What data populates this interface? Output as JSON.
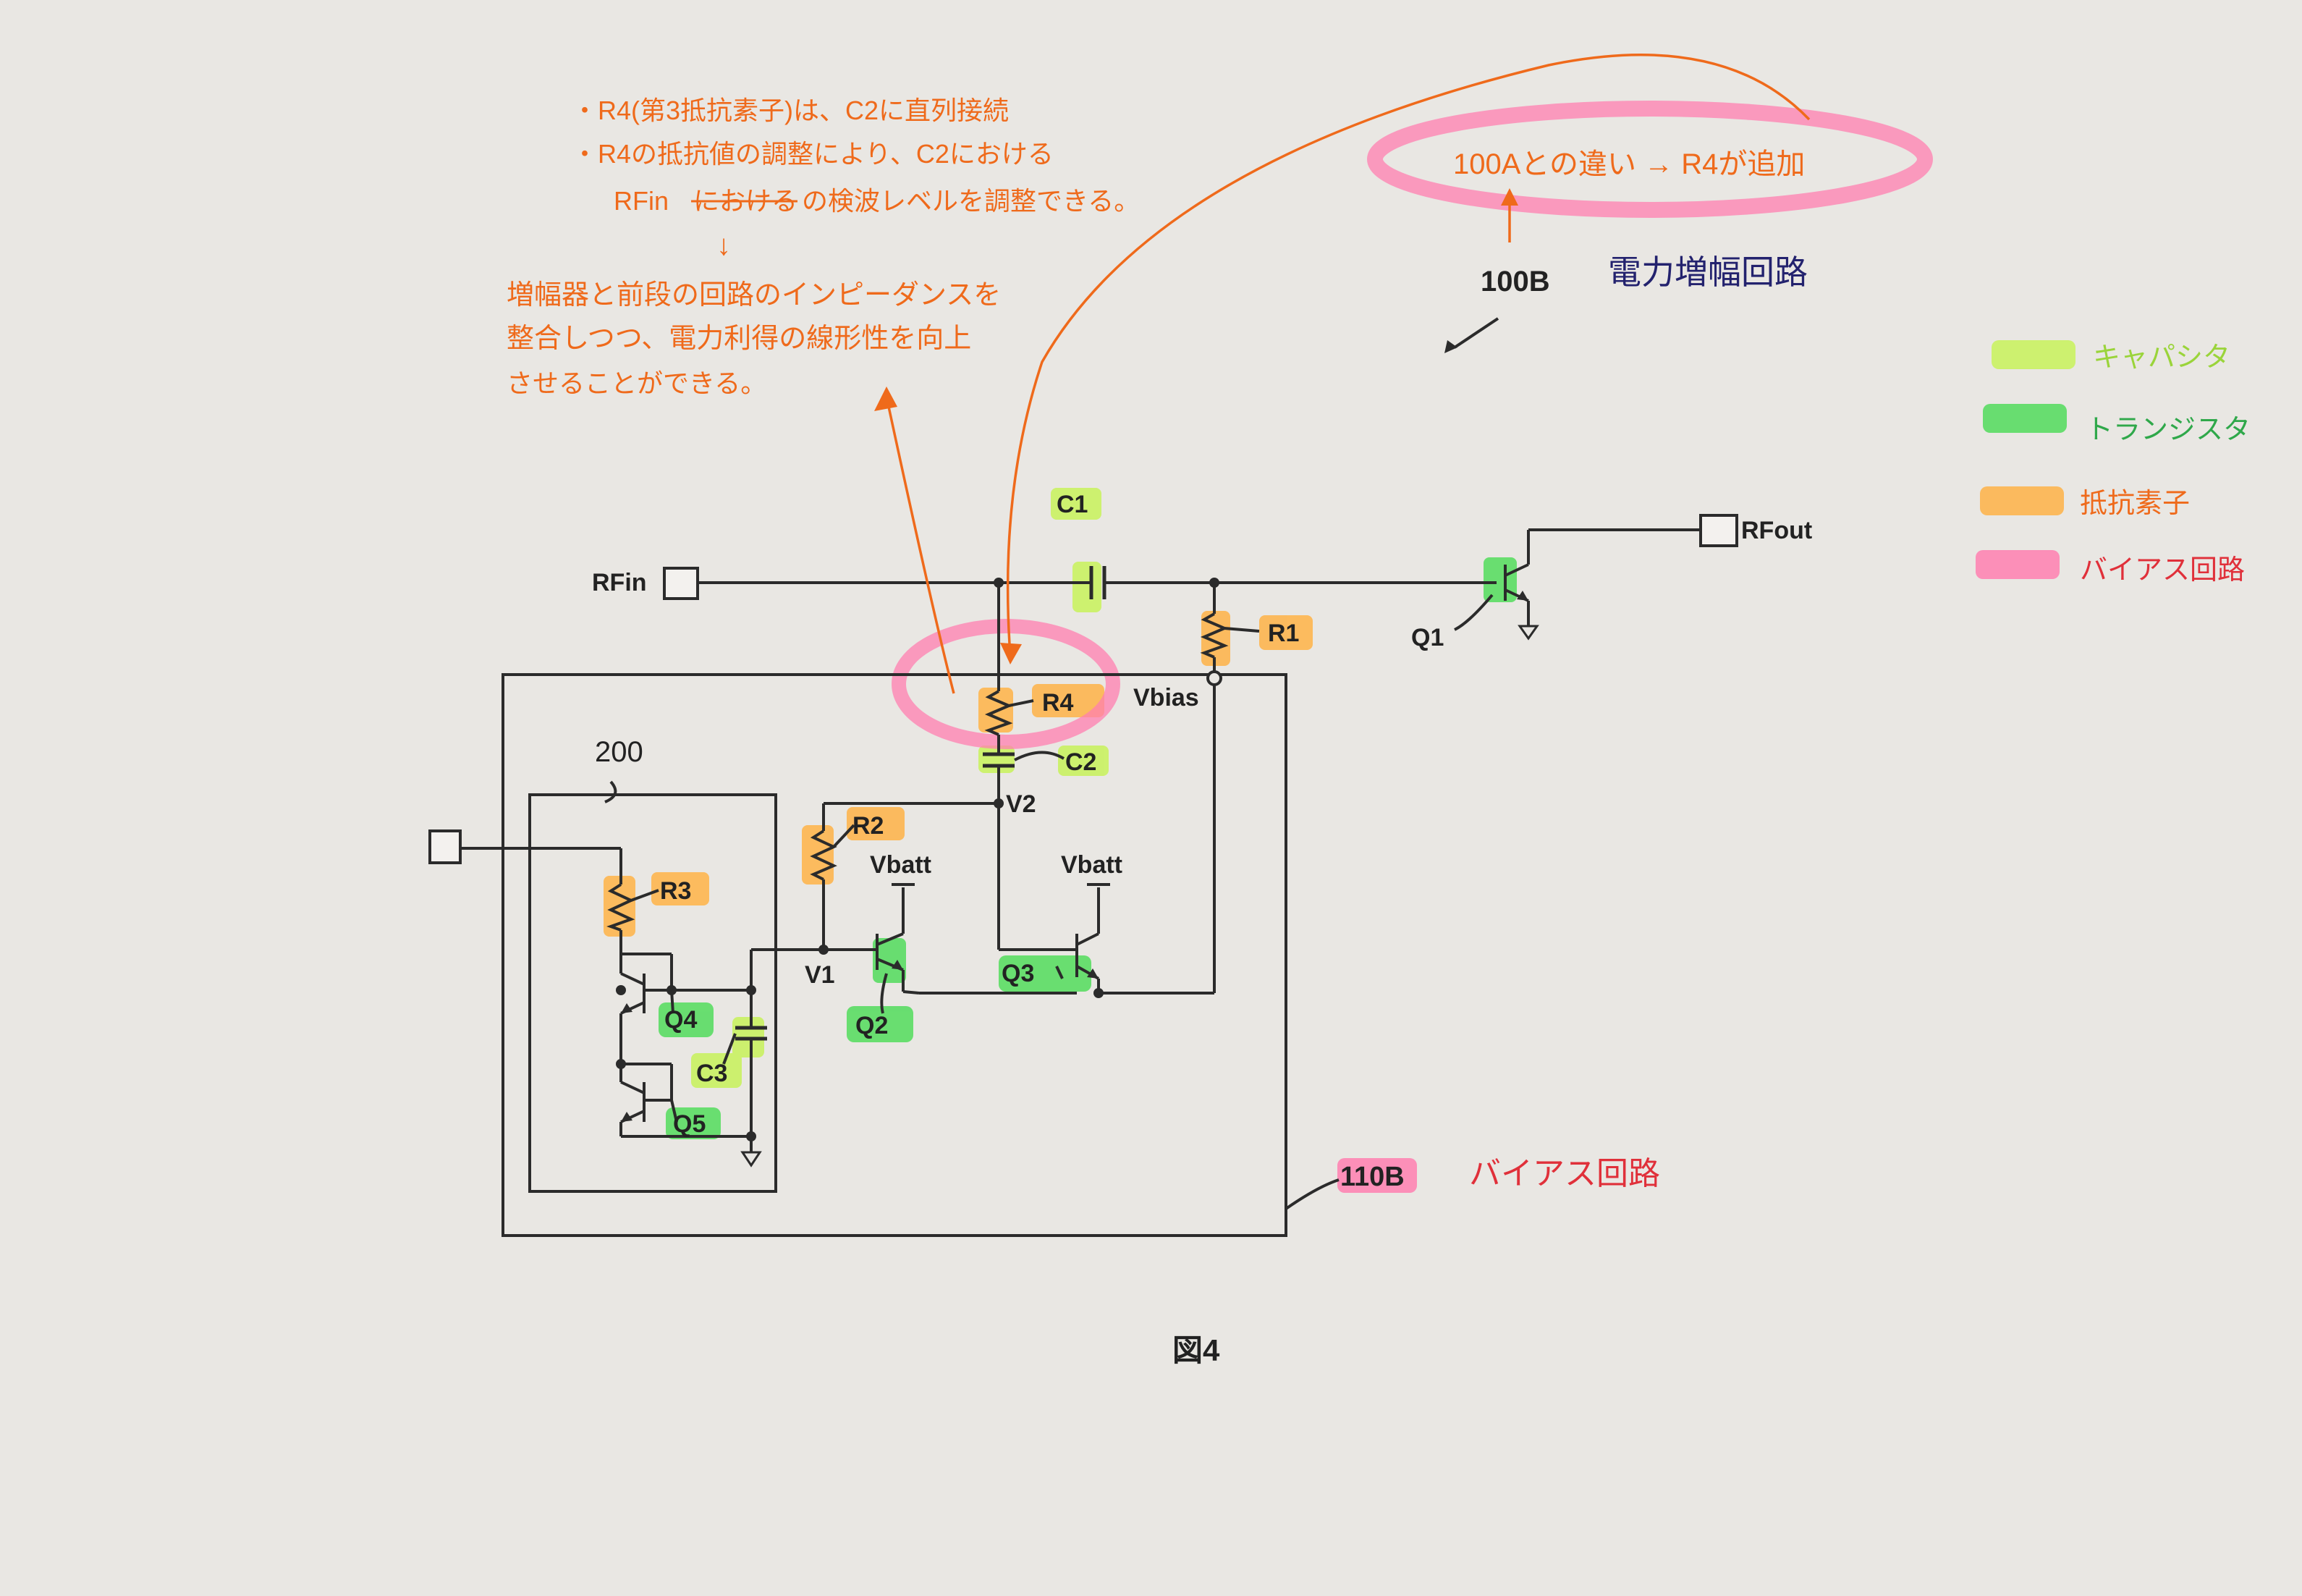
{
  "colors": {
    "capacitor": "#c8f25a",
    "transistor": "#52dc5c",
    "resistor": "#ffb347",
    "bias": "#ff7fb0",
    "note_orange": "#ef6a1b",
    "note_navy": "#23226e",
    "note_red": "#e0303a",
    "paper": "#e9e7e3",
    "ink": "#2b2b2b"
  },
  "figure": {
    "caption": "図4",
    "ref_100b": "100B",
    "ref_110b": "110B",
    "ref_200": "200"
  },
  "terminals": {
    "rfin": "RFin",
    "rfout": "RFout",
    "vbias": "Vbias",
    "v1": "V1",
    "v2": "V2",
    "vbatt_q2": "Vbatt",
    "vbatt_q3": "Vbatt"
  },
  "components": {
    "c1": "C1",
    "c2": "C2",
    "c3": "C3",
    "r1": "R1",
    "r2": "R2",
    "r3": "R3",
    "r4": "R4",
    "q1": "Q1",
    "q2": "Q2",
    "q3": "Q3",
    "q4": "Q4",
    "q5": "Q5"
  },
  "legend": {
    "capacitor": "キャパシタ",
    "transistor": "トランジスタ",
    "resistor": "抵抗素子",
    "bias": "バイアス回路"
  },
  "notes": {
    "line1": "・R4(第3抵抗素子)は、C2に直列接続",
    "line2": "・R4の抵抗値の調整により、C2における",
    "line3a": "RFin",
    "line3_struck": "における",
    "line3b": "の検波レベルを調整できる。",
    "arrow": "↓",
    "line4": "増幅器と前段の回路のインピーダンスを",
    "line5": "整合しつつ、電力利得の線形性を向上",
    "line6": "させることができる。",
    "diff_note": "100Aとの違い → R4が追加",
    "title_100b": "電力増幅回路",
    "title_110b": "バイアス回路"
  }
}
